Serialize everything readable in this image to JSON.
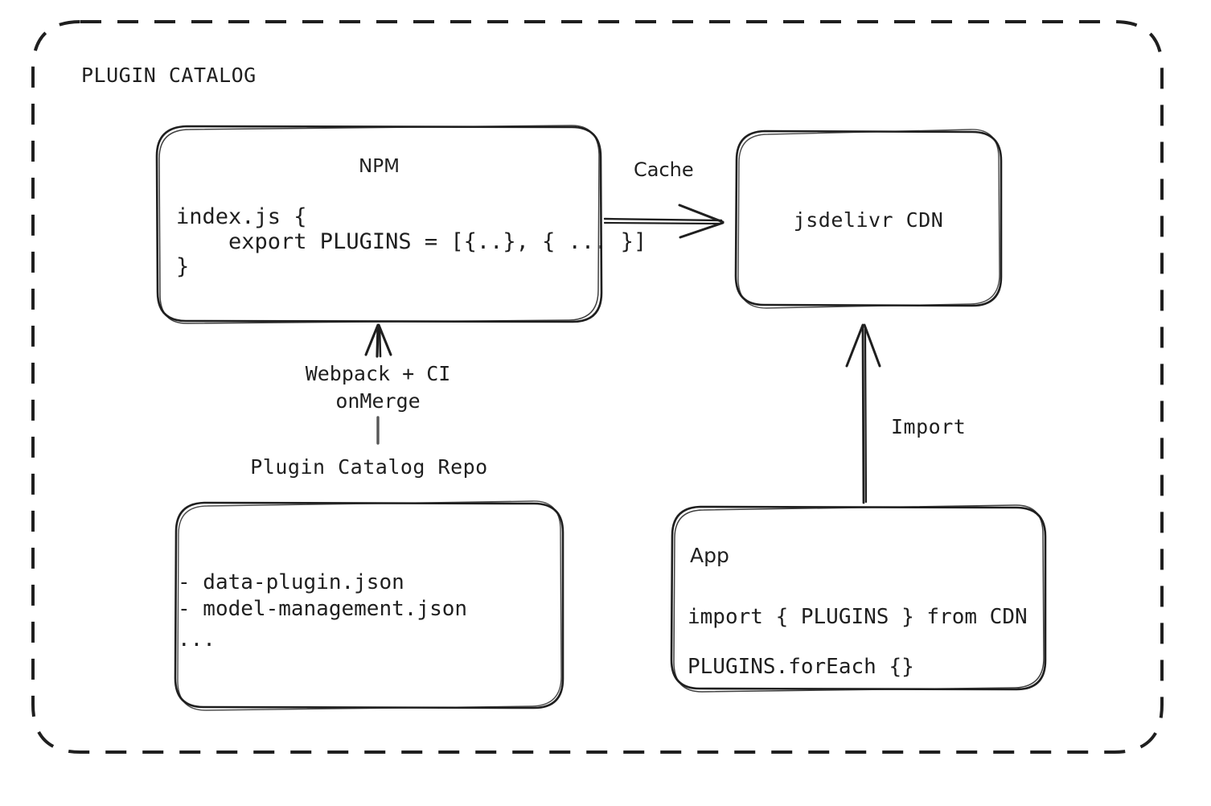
{
  "diagram": {
    "group": {
      "title": "PLUGIN CATALOG",
      "border_style": "dashed",
      "color": "#1f1f1f"
    },
    "background": "#ffffff",
    "stroke_color": "#1f1f1f",
    "nodes": [
      {
        "id": "npm",
        "title": "NPM",
        "code_lines": [
          "index.js {",
          "    export PLUGINS = [{..}, { ... }]",
          "}"
        ]
      },
      {
        "id": "jsdelivr-cdn",
        "title": "jsdelivr CDN"
      },
      {
        "id": "plugin-catalog-repo",
        "caption": "Plugin Catalog Repo",
        "file_lines": [
          "- data-plugin.json",
          "- model-management.json",
          "..."
        ]
      },
      {
        "id": "app",
        "title": "App",
        "code_lines": [
          "import { PLUGINS } from CDN",
          "PLUGINS.forEach {}"
        ]
      }
    ],
    "edges": [
      {
        "id": "npm-to-cdn",
        "from": "npm",
        "to": "jsdelivr-cdn",
        "label": "Cache",
        "direction": "right"
      },
      {
        "id": "repo-to-npm",
        "from": "plugin-catalog-repo",
        "to": "npm",
        "label_line1": "Webpack + CI",
        "label_line2": "onMerge",
        "direction": "up"
      },
      {
        "id": "app-to-cdn",
        "from": "app",
        "to": "jsdelivr-cdn",
        "label": "Import",
        "direction": "up"
      }
    ]
  }
}
